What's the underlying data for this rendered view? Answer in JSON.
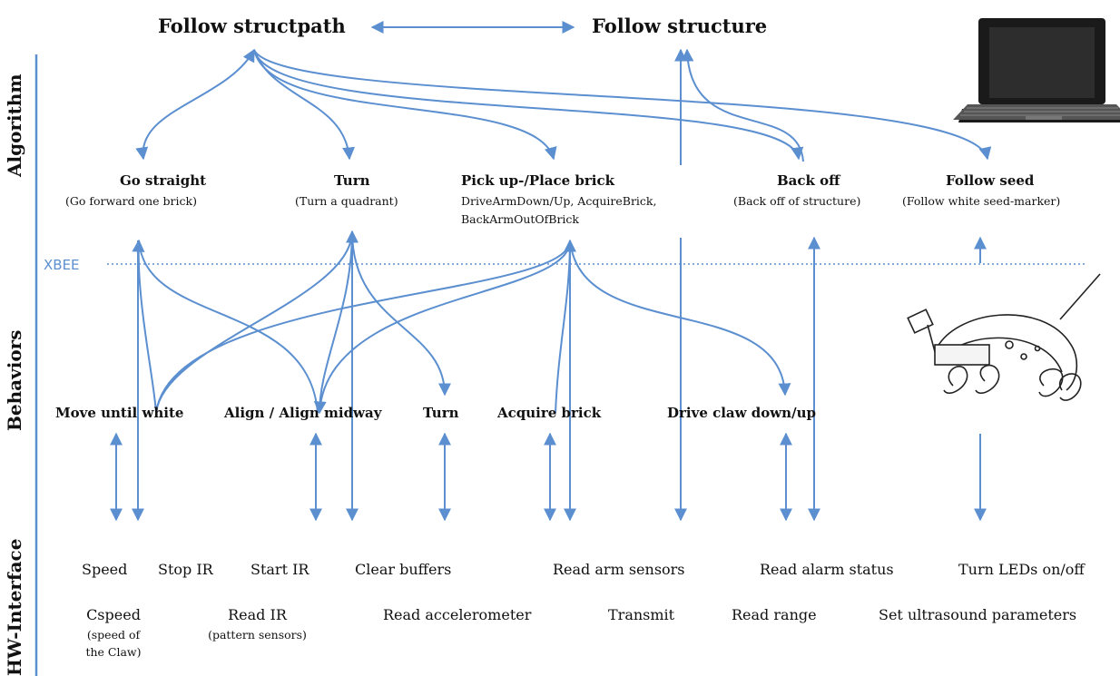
{
  "layers": [
    "Algorithm",
    "Behaviors",
    "HW-Interface"
  ],
  "xbee_label": "XBEE",
  "top": {
    "left": "Follow structpath",
    "right": "Follow structure"
  },
  "algorithm": [
    {
      "title": "Go straight",
      "sub": "(Go forward one brick)"
    },
    {
      "title": "Turn",
      "sub": "(Turn a quadrant)"
    },
    {
      "title": "Pick up-/Place brick",
      "sub": "DriveArmDown/Up, AcquireBrick,",
      "sub2": "BackArmOutOfBrick"
    },
    {
      "title": "Back off",
      "sub": "(Back off of structure)"
    },
    {
      "title": "Follow seed",
      "sub": "(Follow white seed-marker)"
    }
  ],
  "behaviors": [
    "Move until white",
    "Align / Align midway",
    "Turn",
    "Acquire brick",
    "Drive claw down/up"
  ],
  "hw_row1": [
    "Speed",
    "Stop IR",
    "Start IR",
    "Clear buffers",
    "Read arm sensors",
    "Read alarm  status",
    "Turn LEDs on/off"
  ],
  "hw_row2": {
    "cspeed": [
      "Cspeed",
      "(speed of",
      "the Claw)"
    ],
    "read_ir": [
      "Read IR",
      "(pattern sensors)"
    ],
    "others": [
      "Read accelerometer",
      "Transmit",
      "Read range",
      "Set ultrasound parameters"
    ]
  },
  "colors": {
    "arrow": "#5b8fd0",
    "text": "#111111"
  },
  "icons": [
    "laptop-icon",
    "robot-icon"
  ]
}
